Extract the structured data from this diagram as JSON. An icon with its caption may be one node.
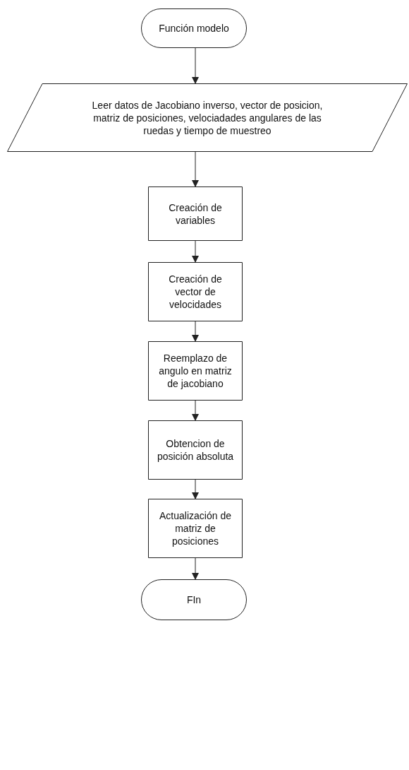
{
  "diagram": {
    "nodes": [
      {
        "text": [
          "Función modelo"
        ]
      },
      {
        "text": [
          "Leer datos de Jacobiano inverso, vector de posicion, matriz de posiciones, velociadades angulares de las ruedas y tiempo de muestreo"
        ]
      },
      {
        "text": [
          "Creación de variables"
        ]
      },
      {
        "text": [
          "Creación de vector de velocidades"
        ]
      },
      {
        "text": [
          "Reemplazo de angulo en matriz de jacobiano"
        ]
      },
      {
        "text": [
          "Obtencion de posición absoluta"
        ]
      },
      {
        "text": [
          "Actualización de matriz de posiciones"
        ]
      },
      {
        "text": [
          "FIn"
        ]
      }
    ],
    "edges": [
      {
        "from": 0,
        "to": 1,
        "arrow": "to"
      },
      {
        "from": 1,
        "to": 2,
        "arrow": "to"
      },
      {
        "from": 2,
        "to": 3,
        "arrow": "to"
      },
      {
        "from": 3,
        "to": 4,
        "arrow": "to"
      },
      {
        "from": 4,
        "to": 5,
        "arrow": "to"
      },
      {
        "from": 5,
        "to": 6,
        "arrow": "to"
      },
      {
        "from": 6,
        "to": 7,
        "arrow": "to"
      }
    ]
  }
}
